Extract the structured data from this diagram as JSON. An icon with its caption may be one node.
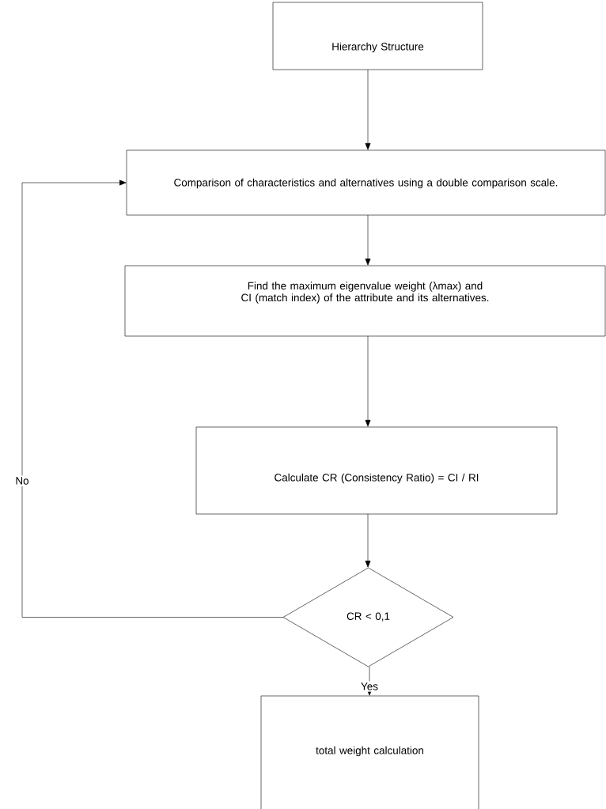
{
  "diagram": {
    "nodes": [
      {
        "text": [
          "Hierarchy Structure"
        ]
      },
      {
        "text": [
          "Comparison of characteristics and alternatives using a double comparison scale."
        ]
      },
      {
        "text": [
          "Find the maximum eigenvalue weight (λmax) and CI (match index) of the attribute and its alternatives."
        ]
      },
      {
        "text": [
          "Calculate CR (Consistency Ratio) = CI / RI"
        ]
      },
      {
        "text": [
          "CR < 0,1"
        ]
      },
      {
        "text": [
          "total weight calculation"
        ]
      }
    ],
    "edges": [
      {
        "from": 0,
        "to": 1,
        "arrow": "to"
      },
      {
        "from": 1,
        "to": 2,
        "arrow": "to"
      },
      {
        "from": 2,
        "to": 3,
        "arrow": "to"
      },
      {
        "from": 3,
        "to": 4,
        "arrow": "to"
      },
      {
        "from": 4,
        "to": 5,
        "arrow": "to",
        "label": "Yes"
      },
      {
        "from": 4,
        "to": 1,
        "arrow": "to",
        "label": "No"
      }
    ]
  }
}
